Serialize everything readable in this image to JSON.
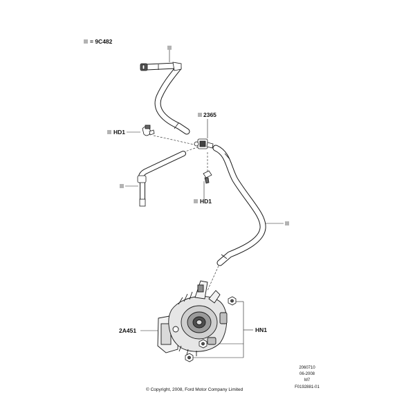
{
  "legend": {
    "equals": "= 9C482"
  },
  "callouts": {
    "part_2365": "2365",
    "hd1_upper": "HD1",
    "hd1_lower": "HD1",
    "compressor": "2A451",
    "nut_group": "HN1"
  },
  "drawing_info": {
    "number": "2060710",
    "date": "06-2008",
    "revision": "M7",
    "figure_id": "F0192881-01"
  },
  "copyright": "© Copyright, 2008, Ford Motor Company Limited",
  "colors": {
    "line": "#1a1a1a",
    "marker": "#b3b3b3",
    "hose_fill": "#ffffff"
  }
}
